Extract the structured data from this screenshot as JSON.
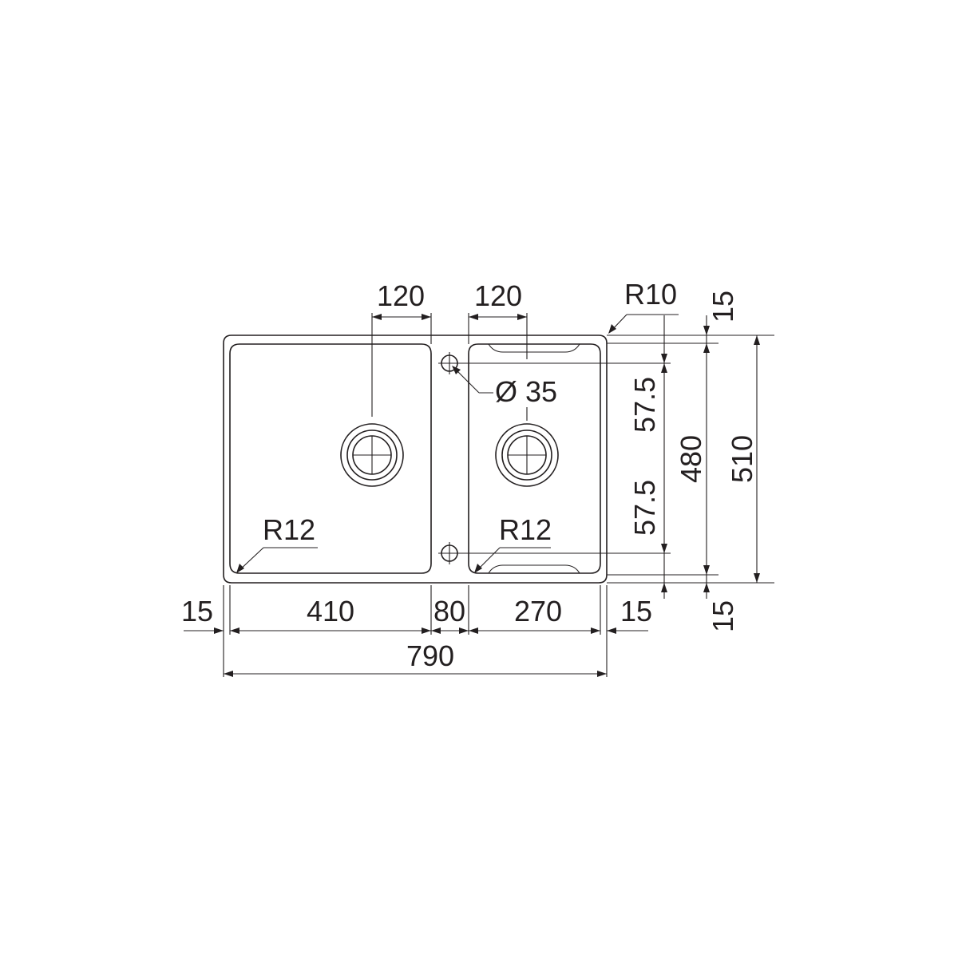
{
  "colors": {
    "line": "#231f20",
    "background": "#ffffff"
  },
  "dimensions": {
    "left_bowl_drain_offset": "120",
    "right_bowl_drain_offset": "120",
    "corner_radius_outer": "R10",
    "top_margin": "15",
    "tap_hole_diameter": "Ø 35",
    "upper_tap_offset": "57.5",
    "lower_tap_offset": "57.5",
    "inner_depth": "480",
    "total_depth": "510",
    "left_bowl_radius": "R12",
    "right_bowl_radius": "R12",
    "bottom_margin": "15",
    "left_margin": "15",
    "left_bowl_width": "410",
    "divider_width": "80",
    "right_bowl_width": "270",
    "right_margin": "15",
    "total_width": "790"
  }
}
